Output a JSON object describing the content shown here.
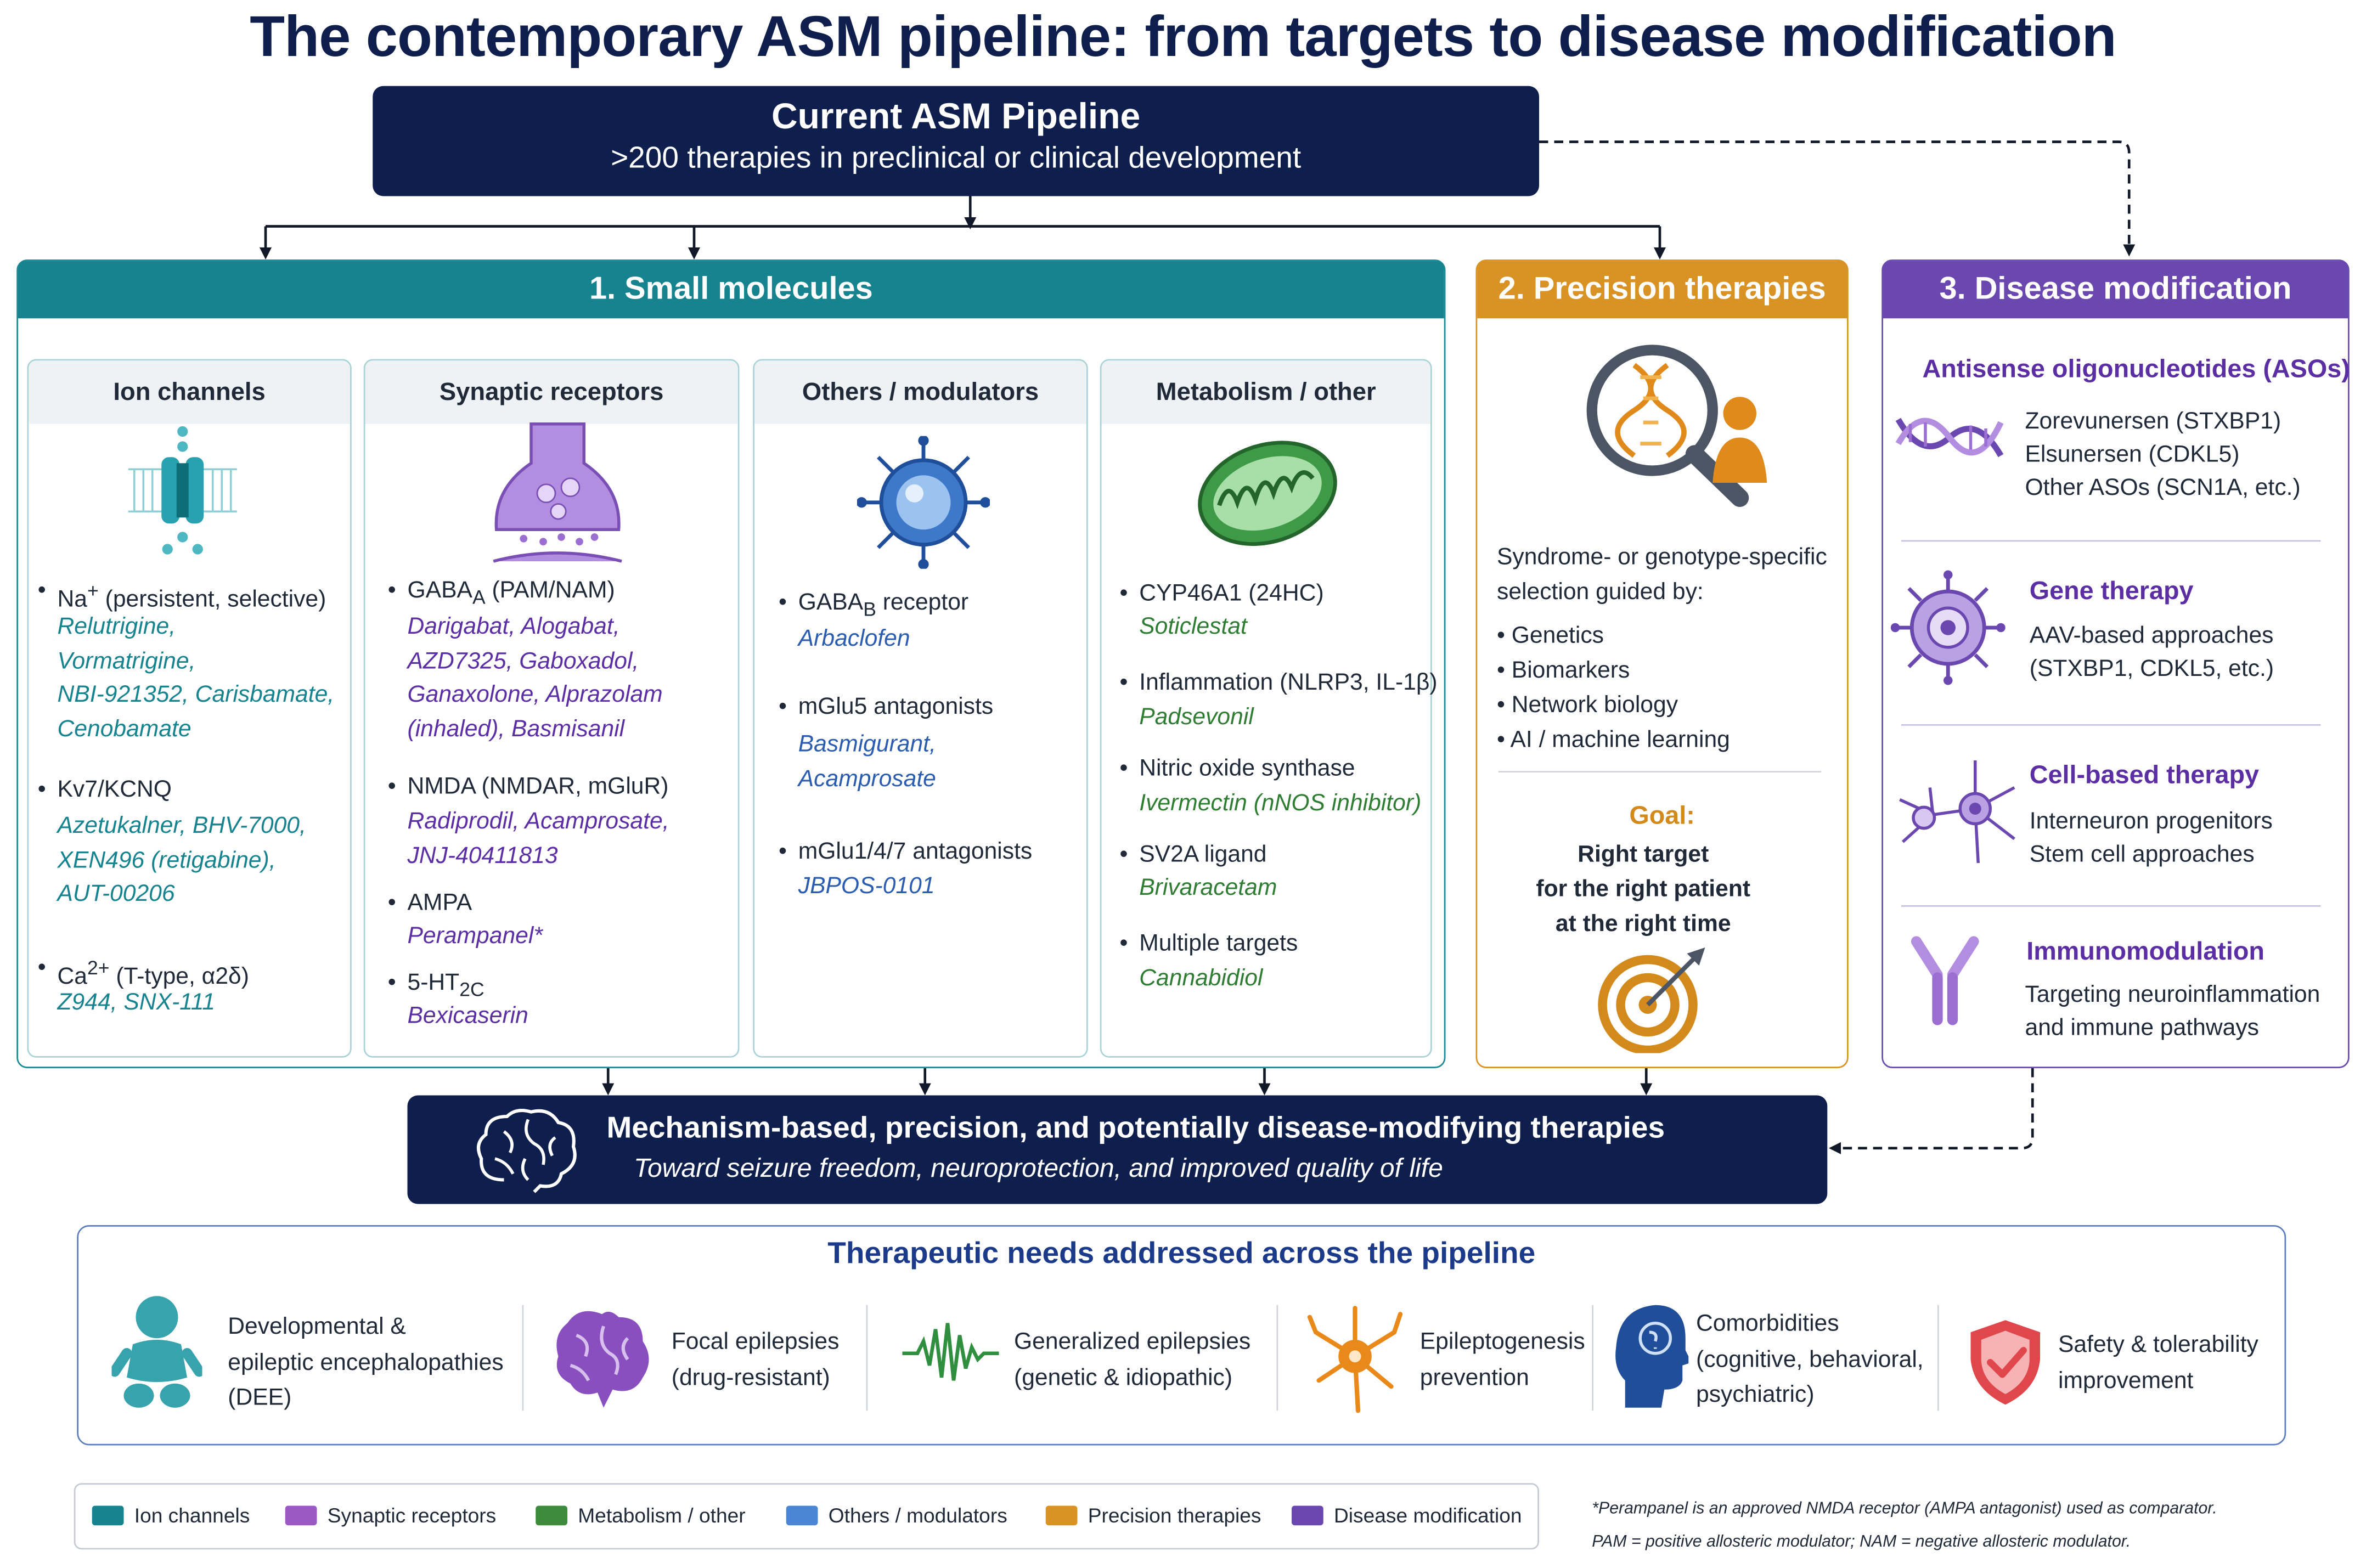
{
  "title": "The contemporary ASM pipeline: from targets to disease modification",
  "top_box": {
    "title": "Current ASM Pipeline",
    "subtitle": ">200 therapies in preclinical or clinical development"
  },
  "small_molecules": {
    "header": "1. Small molecules",
    "columns": {
      "ion_channels": {
        "header": "Ion channels",
        "items": [
          {
            "label_html": "Na<sup>+</sup> (persistent, selective)",
            "drugs": [
              "Relutrigine,",
              "Vormatrigine,",
              "NBI-921352, Carisbamate,",
              "Cenobamate"
            ]
          },
          {
            "label_html": "Kv7/KCNQ",
            "drugs": [
              "Azetukalner, BHV-7000,",
              "XEN496 (retigabine),",
              "AUT-00206"
            ]
          },
          {
            "label_html": "Ca<sup>2+</sup> (T-type, α2δ)",
            "drugs": [
              "Z944, SNX-111"
            ]
          }
        ]
      },
      "synaptic_receptors": {
        "header": "Synaptic receptors",
        "items": [
          {
            "label_html": "GABA<sub>A</sub> (PAM/NAM)",
            "drugs": [
              "Darigabat, Alogabat,",
              "AZD7325, Gaboxadol,",
              "Ganaxolone, Alprazolam",
              "(inhaled), Basmisanil"
            ]
          },
          {
            "label_html": "NMDA (NMDAR, mGluR)",
            "drugs": [
              "Radiprodil, Acamprosate,",
              "JNJ-40411813"
            ]
          },
          {
            "label_html": "AMPA",
            "drugs": [
              "Perampanel*"
            ]
          },
          {
            "label_html": "5-HT<sub>2C</sub>",
            "drugs": [
              "Bexicaserin"
            ]
          }
        ]
      },
      "others_modulators": {
        "header": "Others / modulators",
        "items": [
          {
            "label_html": "GABA<sub>B</sub> receptor",
            "drugs": [
              "Arbaclofen"
            ]
          },
          {
            "label_html": "mGlu5 antagonists",
            "drugs": [
              "Basmigurant,",
              "Acamprosate"
            ]
          },
          {
            "label_html": "mGlu1/4/7 antagonists",
            "drugs": [
              "JBPOS-0101"
            ]
          }
        ]
      },
      "metabolism_other": {
        "header": "Metabolism / other",
        "items": [
          {
            "label_html": "CYP46A1 (24HC)",
            "drugs": [
              "Soticlestat"
            ]
          },
          {
            "label_html": "Inflammation (NLRP3, IL-1β)",
            "drugs": [
              "Padsevonil"
            ]
          },
          {
            "label_html": "Nitric oxide synthase",
            "drugs": [
              "Ivermectin (nNOS inhibitor)"
            ]
          },
          {
            "label_html": "SV2A ligand",
            "drugs": [
              "Brivaracetam"
            ]
          },
          {
            "label_html": "Multiple targets",
            "drugs": [
              "Cannabidiol"
            ]
          }
        ]
      }
    }
  },
  "precision": {
    "header": "2. Precision therapies",
    "intro": [
      "Syndrome- or genotype-specific",
      "selection guided by:"
    ],
    "bullets": [
      "Genetics",
      "Biomarkers",
      "Network biology",
      "AI / machine learning"
    ],
    "goal_label": "Goal:",
    "goal_lines": [
      "Right target",
      "for the right patient",
      "at the right time"
    ]
  },
  "disease_mod": {
    "header": "3. Disease modification",
    "sections": [
      {
        "title": "Antisense oligonucleotides (ASOs)",
        "lines": [
          "Zorevunersen (STXBP1)",
          "Elsunersen (CDKL5)",
          "Other ASOs (SCN1A, etc.)"
        ]
      },
      {
        "title": "Gene therapy",
        "lines": [
          "AAV-based approaches",
          "(STXBP1, CDKL5, etc.)"
        ]
      },
      {
        "title": "Cell-based therapy",
        "lines": [
          "Interneuron progenitors",
          "Stem cell approaches"
        ]
      },
      {
        "title": "Immunomodulation",
        "lines": [
          "Targeting neuroinflammation",
          "and immune pathways"
        ]
      }
    ]
  },
  "banner": {
    "title": "Mechanism-based, precision, and potentially disease-modifying therapies",
    "subtitle": "Toward seizure freedom, neuroprotection, and improved quality of life"
  },
  "needs": {
    "title": "Therapeutic needs addressed across the pipeline",
    "items": [
      {
        "icon": "baby-icon",
        "lines": [
          "Developmental &",
          "epileptic encephalopathies",
          "(DEE)"
        ]
      },
      {
        "icon": "brain-icon",
        "lines": [
          "Focal epilepsies",
          "(drug-resistant)"
        ]
      },
      {
        "icon": "eeg-wave-icon",
        "lines": [
          "Generalized epilepsies",
          "(genetic & idiopathic)"
        ]
      },
      {
        "icon": "neuron-icon",
        "lines": [
          "Epileptogenesis",
          "prevention"
        ]
      },
      {
        "icon": "head-profile-icon",
        "lines": [
          "Comorbidities",
          "(cognitive, behavioral,",
          "psychiatric)"
        ]
      },
      {
        "icon": "shield-check-icon",
        "lines": [
          "Safety & tolerability",
          "improvement"
        ]
      }
    ]
  },
  "legend": [
    {
      "label": "Ion channels",
      "color": "#16838f"
    },
    {
      "label": "Synaptic receptors",
      "color": "#9b59c6"
    },
    {
      "label": "Metabolism / other",
      "color": "#3d8b3d"
    },
    {
      "label": "Others / modulators",
      "color": "#4a86d4"
    },
    {
      "label": "Precision therapies",
      "color": "#d99224"
    },
    {
      "label": "Disease modification",
      "color": "#6b47b0"
    }
  ],
  "footnotes": [
    "*Perampanel is an approved NMDA receptor (AMPA antagonist) used as comparator.",
    "PAM = positive allosteric modulator; NAM = negative allosteric modulator."
  ]
}
